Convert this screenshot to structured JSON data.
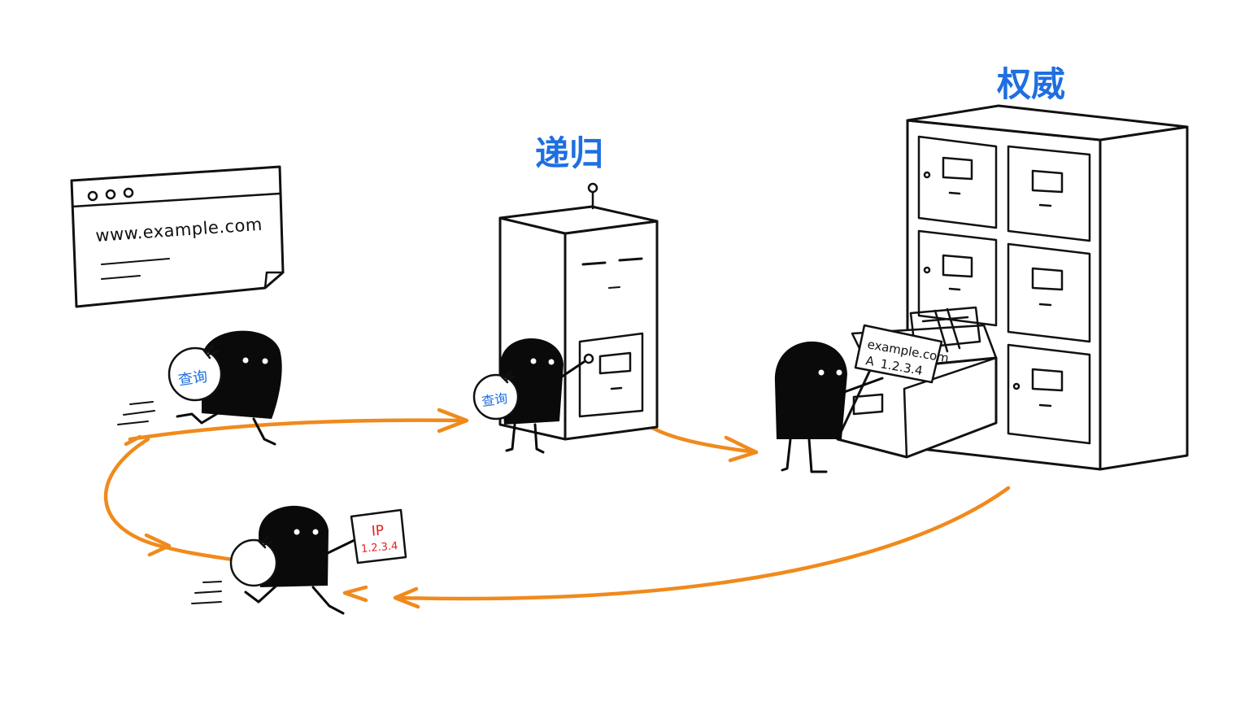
{
  "labels": {
    "recursive": "递归",
    "authoritative": "权威"
  },
  "browser": {
    "url": "www.example.com"
  },
  "query_bag": {
    "label": "查询"
  },
  "record": {
    "domain": "example.com",
    "type": "A",
    "value": "1.2.3.4"
  },
  "answer": {
    "title": "IP",
    "value": "1.2.3.4"
  },
  "colors": {
    "label_blue": "#1e6fe0",
    "arrow_orange": "#f08a1c",
    "answer_red": "#e0201e",
    "ink": "#111111"
  }
}
